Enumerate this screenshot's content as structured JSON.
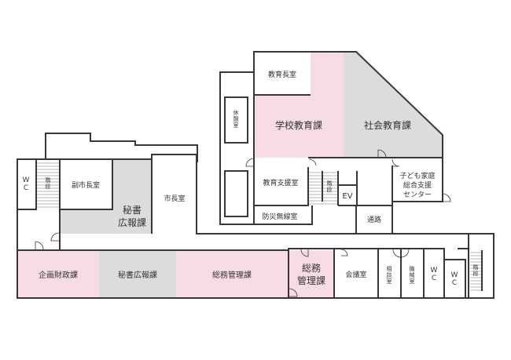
{
  "floor_plan": {
    "colors": {
      "pink": "#f7dbe6",
      "gray": "#dcdcdc",
      "wall": "#3d3436",
      "stair": "#b7b7b7",
      "white": "#ffffff"
    },
    "rooms": {
      "deputy_mayor": "副市長室",
      "secretary_upper": "秘書\n広報課",
      "secretary_upper_line1": "秘書",
      "secretary_upper_line2": "広報課",
      "mayor": "市長室",
      "wc_left": "W",
      "wc_left_2": "C",
      "stairs_left_1": "階",
      "stairs_left_2": "段",
      "superintendent": "教育長室",
      "lounge_1": "休",
      "lounge_2": "憩",
      "lounge_3": "室",
      "school_education": "学校教育課",
      "social_education": "社会教育課",
      "education_support": "教育支援室",
      "disaster_radio": "防災無線室",
      "stairs_center_1": "階",
      "stairs_center_2": "段",
      "elevator": "EV",
      "passage": "通路",
      "child_center_line1": "子ども家庭",
      "child_center_line2": "総合支援",
      "child_center_line3": "センター",
      "planning_finance": "企画財政課",
      "secretary_lower": "秘書広報課",
      "general_affairs": "総務管理課",
      "general_affairs_small_line1": "総務",
      "general_affairs_small_line2": "管理課",
      "meeting_room": "会議室",
      "consultation_1": "相",
      "consultation_2": "談",
      "consultation_3": "室",
      "machine_1": "機",
      "machine_2": "械",
      "machine_3": "室",
      "wc_right1_1": "W",
      "wc_right1_2": "C",
      "wc_right2_1": "W",
      "wc_right2_2": "C",
      "stairs_right_1": "階",
      "stairs_right_2": "段"
    }
  }
}
